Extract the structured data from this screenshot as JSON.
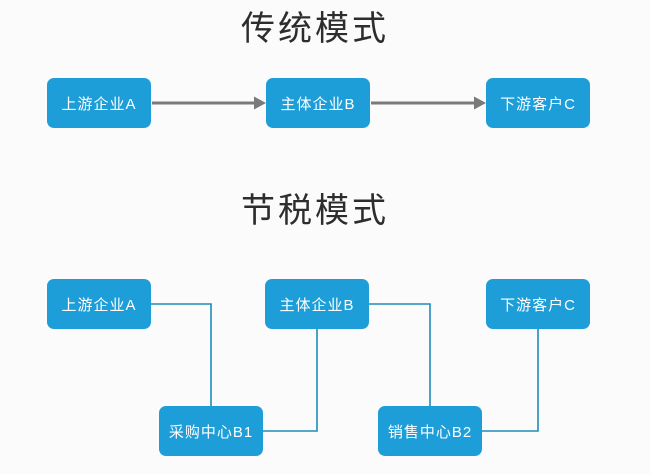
{
  "colors": {
    "node_fill": "#1e9ed8",
    "node_text": "#ffffff",
    "arrow": "#7a7a7a",
    "connector": "#1f8cba",
    "title_text": "#2d2d2d",
    "background": "#fbfbfb"
  },
  "sections": [
    {
      "title": "传统模式",
      "nodes": [
        {
          "id": "upstream-a",
          "label": "上游企业A"
        },
        {
          "id": "main-b",
          "label": "主体企业B"
        },
        {
          "id": "downstream-c",
          "label": "下游客户C"
        }
      ],
      "edges": [
        {
          "from": "上游企业A",
          "to": "主体企业B",
          "style": "gray-arrow"
        },
        {
          "from": "主体企业B",
          "to": "下游客户C",
          "style": "gray-arrow"
        }
      ]
    },
    {
      "title": "节税模式",
      "nodes": [
        {
          "id": "upstream-a",
          "label": "上游企业A"
        },
        {
          "id": "main-b",
          "label": "主体企业B"
        },
        {
          "id": "downstream-c",
          "label": "下游客户C"
        },
        {
          "id": "purchase-center-b1",
          "label": "采购中心B1"
        },
        {
          "id": "sales-center-b2",
          "label": "销售中心B2"
        }
      ],
      "edges": [
        {
          "from": "上游企业A",
          "to": "采购中心B1",
          "style": "elbow-line"
        },
        {
          "from": "主体企业B",
          "to": "采购中心B1",
          "style": "elbow-line"
        },
        {
          "from": "主体企业B",
          "to": "销售中心B2",
          "style": "elbow-line"
        },
        {
          "from": "下游客户C",
          "to": "销售中心B2",
          "style": "elbow-line"
        }
      ]
    }
  ]
}
